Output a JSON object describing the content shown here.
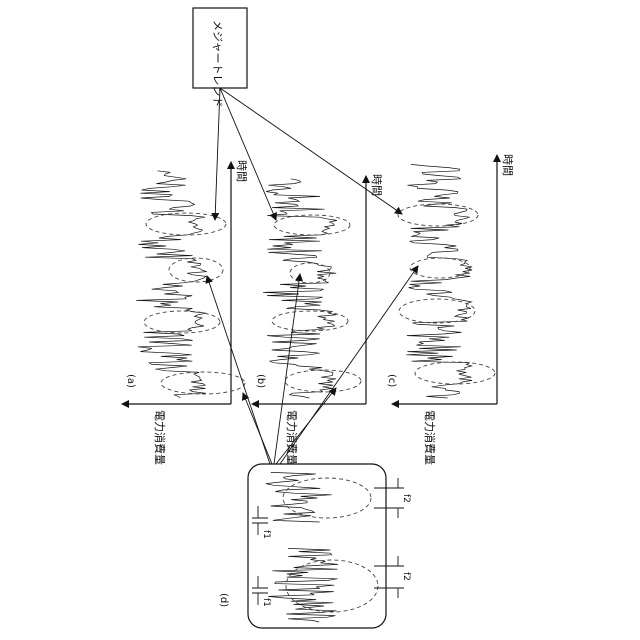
{
  "trend_box": {
    "label": "メジャートレンド"
  },
  "panels": {
    "a": {
      "tag": "(a)",
      "y_axis": "電力消費量",
      "x_axis": "時間"
    },
    "b": {
      "tag": "(b)",
      "y_axis": "電力消費量",
      "x_axis": "時間"
    },
    "c": {
      "tag": "(c)",
      "y_axis": "電力消費量",
      "x_axis": "時間"
    },
    "d": {
      "tag": "(d)",
      "f1": "f1",
      "f2": "f2"
    }
  },
  "colors": {
    "ink": "#111111",
    "background": "#ffffff"
  }
}
